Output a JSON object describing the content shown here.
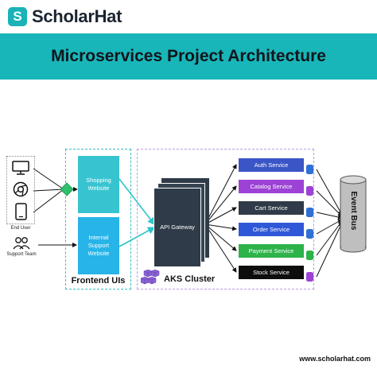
{
  "brand": {
    "logo_letter": "S",
    "name": "ScholarHat"
  },
  "title": "Microservices Project Architecture",
  "clients": {
    "end_user_label": "End User",
    "support_team_label": "Support Team",
    "icons": [
      "monitor-icon",
      "chrome-icon",
      "tablet-icon",
      "people-icon"
    ]
  },
  "frontend": {
    "shopping_website": "Shopping Website",
    "internal_support_website": "Internal Support Website",
    "label": "Frontend UIs"
  },
  "aks": {
    "api_gateway": "API Gateway",
    "label": "AKS Cluster"
  },
  "services": [
    {
      "label": "Auth Service",
      "color": "#3a55c6",
      "db_color": "#2f6fd6"
    },
    {
      "label": "Catalog Service",
      "color": "#9c42d6",
      "db_color": "#9c42d6"
    },
    {
      "label": "Cart Service",
      "color": "#2f3b48",
      "db_color": "#2f6fd6"
    },
    {
      "label": "Order Service",
      "color": "#2f58d8",
      "db_color": "#2f6fd6"
    },
    {
      "label": "Payment Service",
      "color": "#2db34a",
      "db_color": "#2db34a"
    },
    {
      "label": "Stock Service",
      "color": "#0d0d0d",
      "db_color": "#9c42d6"
    }
  ],
  "event_bus": {
    "label": "Event Bus"
  },
  "footer": {
    "url": "www.scholarhat.com"
  },
  "colors": {
    "teal": "#19b6b9",
    "frontend_tile": "#37c4d0",
    "api_gateway": "#2f3b48"
  }
}
